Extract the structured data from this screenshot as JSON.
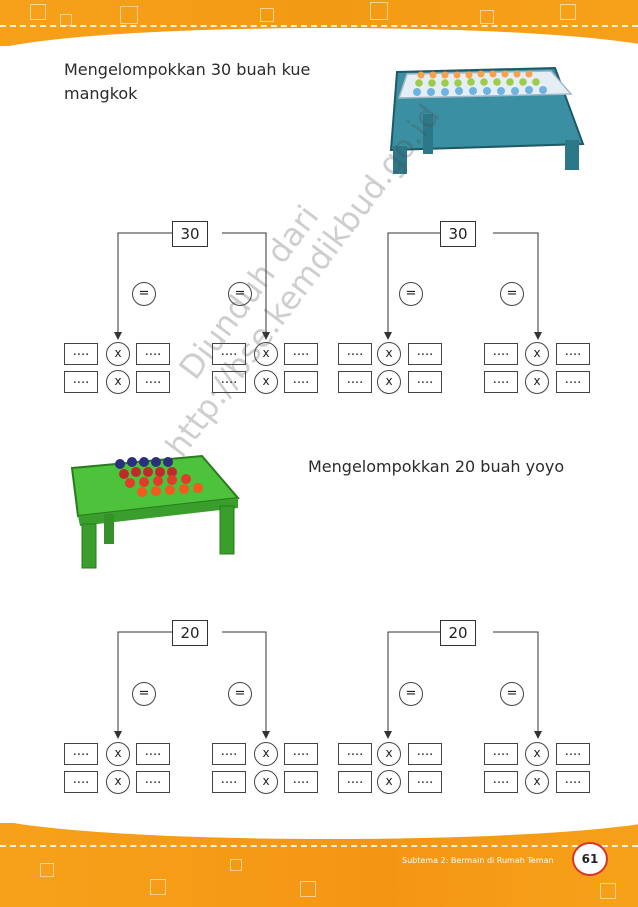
{
  "section1": {
    "heading": "Mengelompokkan 30 buah kue mangkok",
    "total": "30"
  },
  "section2": {
    "heading": "Mengelompokkan 20 buah yoyo",
    "total": "20"
  },
  "symbols": {
    "equals": "=",
    "times": "x",
    "blank": "...."
  },
  "footer": {
    "subtheme": "Subtema 2: Bermain di Rumah Teman",
    "page_number": "61"
  },
  "watermark": {
    "line1": "Diunduh dari",
    "line2": "http://bse.kemdikbud.go.id"
  },
  "colors": {
    "orange": "#f7a11a",
    "blue_table": "#3a8fa3",
    "green_table": "#4cc33a",
    "page_ring": "#d9342b"
  }
}
